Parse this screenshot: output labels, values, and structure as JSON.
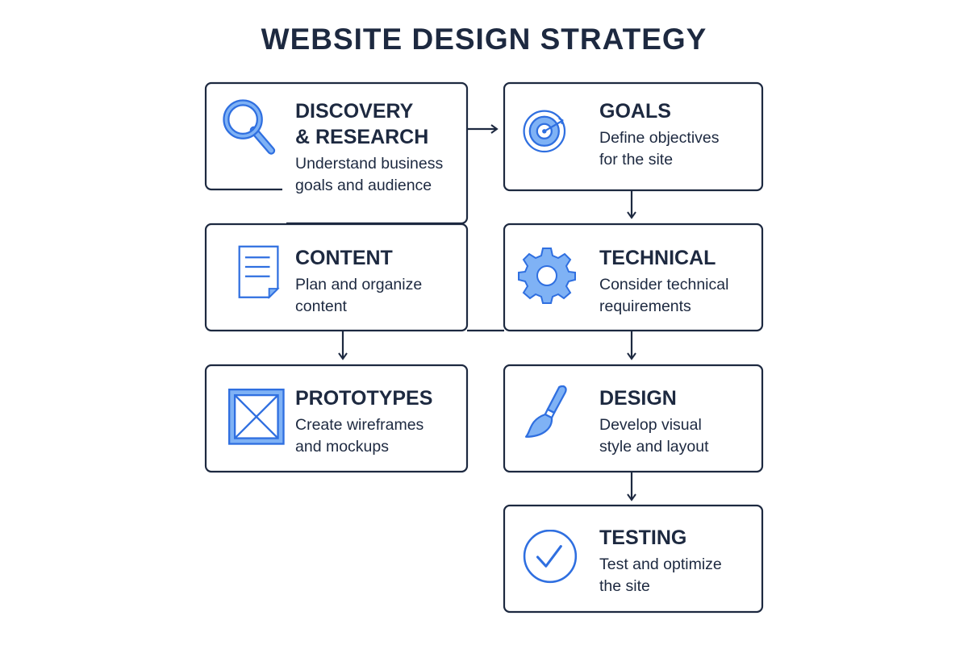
{
  "title": "WEBSITE DESIGN STRATEGY",
  "colors": {
    "text": "#1d2940",
    "accent": "#2f6fe0",
    "accent_fill": "#7fb2f5",
    "border": "#1d2940"
  },
  "nodes": [
    {
      "id": "discovery",
      "title_lines": [
        "DISCOVERY",
        "& RESEARCH"
      ],
      "desc_lines": [
        "Understand business",
        "goals and audience"
      ],
      "icon": "magnifying-glass-icon"
    },
    {
      "id": "goals",
      "title_lines": [
        "GOALS"
      ],
      "desc_lines": [
        "Define objectives",
        "for the site"
      ],
      "icon": "target-icon"
    },
    {
      "id": "content",
      "title_lines": [
        "CONTENT"
      ],
      "desc_lines": [
        "Plan and organize",
        "content"
      ],
      "icon": "document-icon"
    },
    {
      "id": "technical",
      "title_lines": [
        "TECHNICAL"
      ],
      "desc_lines": [
        "Consider technical",
        "requirements"
      ],
      "icon": "gear-icon"
    },
    {
      "id": "prototypes",
      "title_lines": [
        "PROTOTYPES"
      ],
      "desc_lines": [
        "Create wireframes",
        "and mockups"
      ],
      "icon": "wireframe-icon"
    },
    {
      "id": "design",
      "title_lines": [
        "DESIGN"
      ],
      "desc_lines": [
        "Develop visual",
        "style and layout"
      ],
      "icon": "paintbrush-icon"
    },
    {
      "id": "testing",
      "title_lines": [
        "TESTING"
      ],
      "desc_lines": [
        "Test and optimize",
        "the site"
      ],
      "icon": "checkmark-circle-icon"
    }
  ],
  "edges": [
    {
      "from": "discovery",
      "to": "goals"
    },
    {
      "from": "goals",
      "to": "technical"
    },
    {
      "from": "content",
      "to": "prototypes"
    },
    {
      "from": "technical",
      "to": "design"
    },
    {
      "from": "design",
      "to": "testing"
    }
  ]
}
